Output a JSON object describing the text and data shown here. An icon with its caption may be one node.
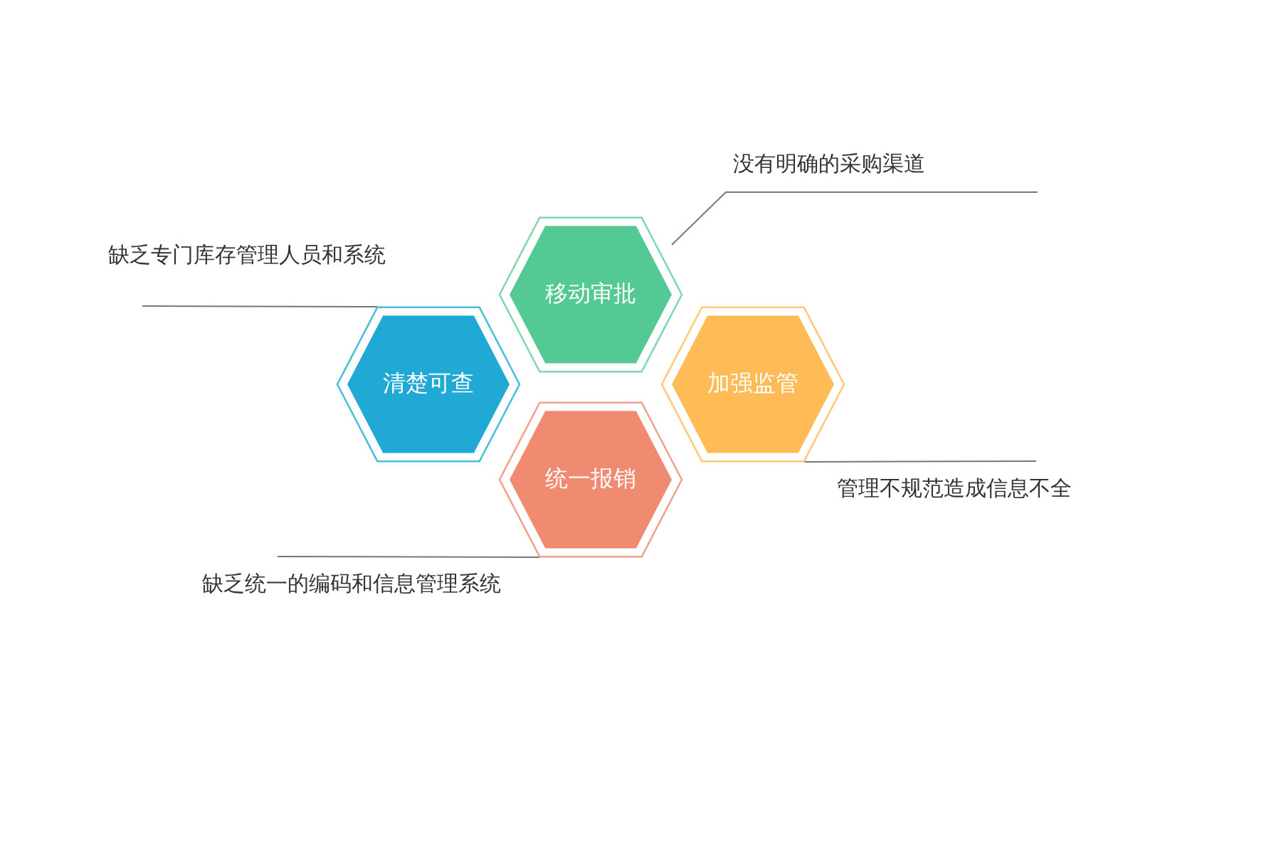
{
  "diagram": {
    "nodes": [
      {
        "text": [
          "移动审批"
        ]
      },
      {
        "text": [
          "清楚可查"
        ]
      },
      {
        "text": [
          "加强监管"
        ]
      },
      {
        "text": [
          "统一报销"
        ]
      },
      {
        "text": [
          "没有明确的采购渠道"
        ]
      },
      {
        "text": [
          "缺乏专门库存管理人员和系统"
        ]
      },
      {
        "text": [
          "管理不规范造成信息不全"
        ]
      },
      {
        "text": [
          "缺乏统一的编码和信息管理系统"
        ]
      }
    ],
    "edges": [
      {
        "from": 4,
        "to": 0,
        "arrow": "none"
      },
      {
        "from": 5,
        "to": 1,
        "arrow": "none"
      },
      {
        "from": 6,
        "to": 2,
        "arrow": "none"
      },
      {
        "from": 7,
        "to": 3,
        "arrow": "none"
      }
    ]
  }
}
